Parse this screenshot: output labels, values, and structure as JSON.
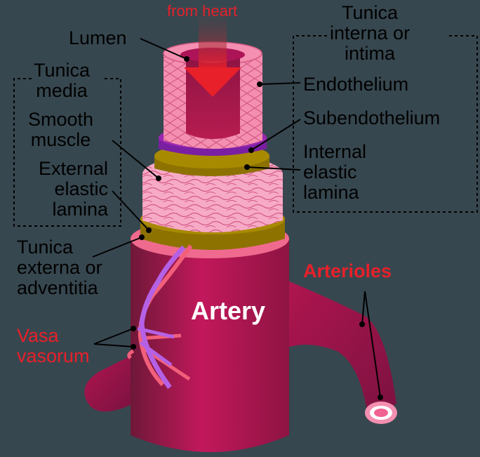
{
  "labels": {
    "from_heart": "from heart",
    "lumen": "Lumen",
    "tunica_interna": "Tunica\ninterna or\nintima",
    "endothelium": "Endothelium",
    "subendothelium": "Subendothelium",
    "internal_elastic_lamina": "Internal\nelastic\nlamina",
    "tunica_media": "Tunica\nmedia",
    "smooth_muscle": "Smooth\nmuscle",
    "external_elastic_lamina": "External\nelastic\nlamina",
    "tunica_externa": "Tunica\nexterna or\nadventitia",
    "artery": "Artery",
    "arterioles": "Arterioles",
    "vasa_vasorum": "Vasa\nvasorum"
  },
  "colors": {
    "background": "#37474f",
    "vessel": "#c2185b",
    "intima": "#f48fb1",
    "subendothelium": "#9c27b0",
    "elastic_lamina": "#8d7200",
    "media": "#f8bbd0",
    "label_accent": "#e8202a",
    "arrow": "#e8202a"
  }
}
